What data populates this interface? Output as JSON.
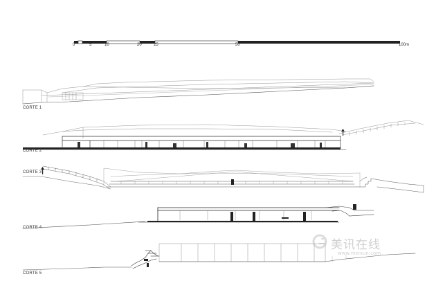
{
  "scale_bar": {
    "ticks": [
      "0",
      "5",
      "10",
      "20",
      "25",
      "50",
      "100m"
    ]
  },
  "sections": [
    {
      "label": "CORTE 1"
    },
    {
      "label": "CORTE 2"
    },
    {
      "label": "CORTE 3"
    },
    {
      "label": "CORTE 4"
    },
    {
      "label": "CORTE 5"
    }
  ],
  "watermark": {
    "title": "美讯在线",
    "url": "www.meixun.com"
  },
  "colors": {
    "line": "#555555",
    "dark": "#222222",
    "light": "#bbbbbb",
    "watermark": "#cccccc"
  }
}
